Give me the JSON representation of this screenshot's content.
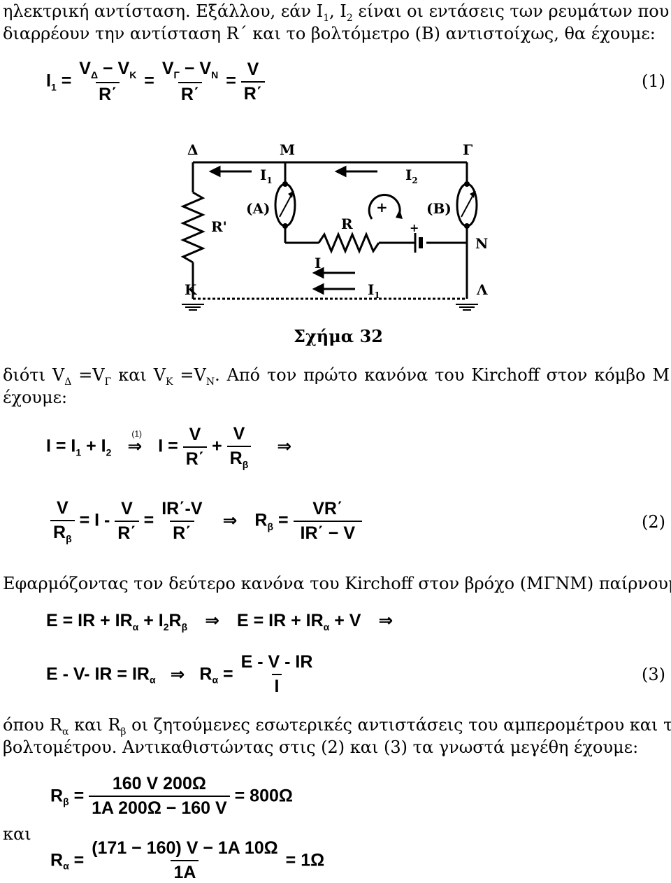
{
  "para1": {
    "line1": "ηλεκτρική αντίσταση. Εξάλλου, εάν I1, I2 είναι οι εντάσεις των ρευμάτων που",
    "line2": "διαρρέουν την αντίσταση R΄ και το βολτόμετρο (B) αντιστοίχως, θα έχουμε:"
  },
  "eq1": {
    "lhs": "I",
    "lhs_sub": "1",
    "eq": "=",
    "frac1_num": "VΔ − VK",
    "frac1_den": "R΄",
    "frac2_num": "VΓ − VN",
    "frac2_den": "R΄",
    "frac3_num": "V",
    "frac3_den": "R΄",
    "number": "(1)"
  },
  "figure": {
    "caption": "Σχήμα 32",
    "labels": {
      "delta": "Δ",
      "m": "M",
      "gamma": "Γ",
      "i1_top": "I",
      "i1_top_sub": "1",
      "i2_top": "I",
      "i2_top_sub": "2",
      "ammeter": "(A)",
      "voltmeter": "(B)",
      "r_prime": "R'",
      "r": "R",
      "n": "N",
      "i": "I",
      "plus": "+",
      "k": "K",
      "lambda": "Λ",
      "i1_bottom": "I",
      "i1_bottom_sub": "1"
    }
  },
  "para2": {
    "line1_a": "διότι V",
    "line1_b": "Δ",
    "line1_c": " =V",
    "line1_d": "Γ",
    "line1_e": " και V",
    "line1_f": "K",
    "line1_g": " =V",
    "line1_h": "N",
    "line1_i": ". Από τον πρώτο κανόνα του Kirchoff στον κόμβο M",
    "line2": "έχουμε:"
  },
  "eq_kirchoff1": {
    "a": "I = I",
    "a_sub": "1",
    "b": " + I",
    "b_sub": "2",
    "arrow_label": "(1)",
    "c": "I =",
    "f1_num": "V",
    "f1_den": "R΄",
    "plus": "+",
    "f2_num": "V",
    "f2_den": "R",
    "f2_den_sub": "β"
  },
  "eq2": {
    "f1_num": "V",
    "f1_den": "R",
    "f1_den_sub": "β",
    "mid": "= I -",
    "f2_num": "V",
    "f2_den": "R΄",
    "eq": "=",
    "f3_num": "IR΄-V",
    "f3_den": "R΄",
    "r": "R",
    "r_sub": "β",
    "eq2": "=",
    "f4_num": "VR΄",
    "f4_den": "IR΄ − V",
    "number": "(2)"
  },
  "para3": "Εφαρμόζοντας τον δεύτερο κανόνα του Kirchoff στον βρόχο (ΜΓΝΜ) παίρνουμε:",
  "eq_kirchoff2": {
    "a": "E = IR + IR",
    "a_sub": "α",
    "b": " + I",
    "b_sub": "2",
    "c": "R",
    "c_sub": "β",
    "d": "E = IR + IR",
    "d_sub": "α",
    "e": " + V"
  },
  "eq3": {
    "a": "E - V- IR = IR",
    "a_sub": "α",
    "r": "R",
    "r_sub": "α",
    "eq": "=",
    "f_num": "E - V - IR",
    "f_den": "I",
    "number": "(3)"
  },
  "para4": {
    "line1": "όπου Rα και Rβ οι ζητούμενες εσωτερικές αντιστάσεις του αμπερομέτρου και του",
    "line2": "βολτομέτρου. Αντικαθιστώντας στις (2) και (3) τα γνωστά μεγέθη έχουμε:"
  },
  "final": {
    "r1": "R",
    "r1_sub": "β",
    "r1_eq": "=",
    "r1_num": "160 V 200Ω",
    "r1_den": "1A 200Ω − 160 V",
    "r1_res": "= 800Ω",
    "and": "και",
    "r2": "R",
    "r2_sub": "α",
    "r2_eq": "=",
    "r2_num": "(171 − 160) V − 1A 10Ω",
    "r2_den": "1A",
    "r2_res": "= 1Ω"
  }
}
